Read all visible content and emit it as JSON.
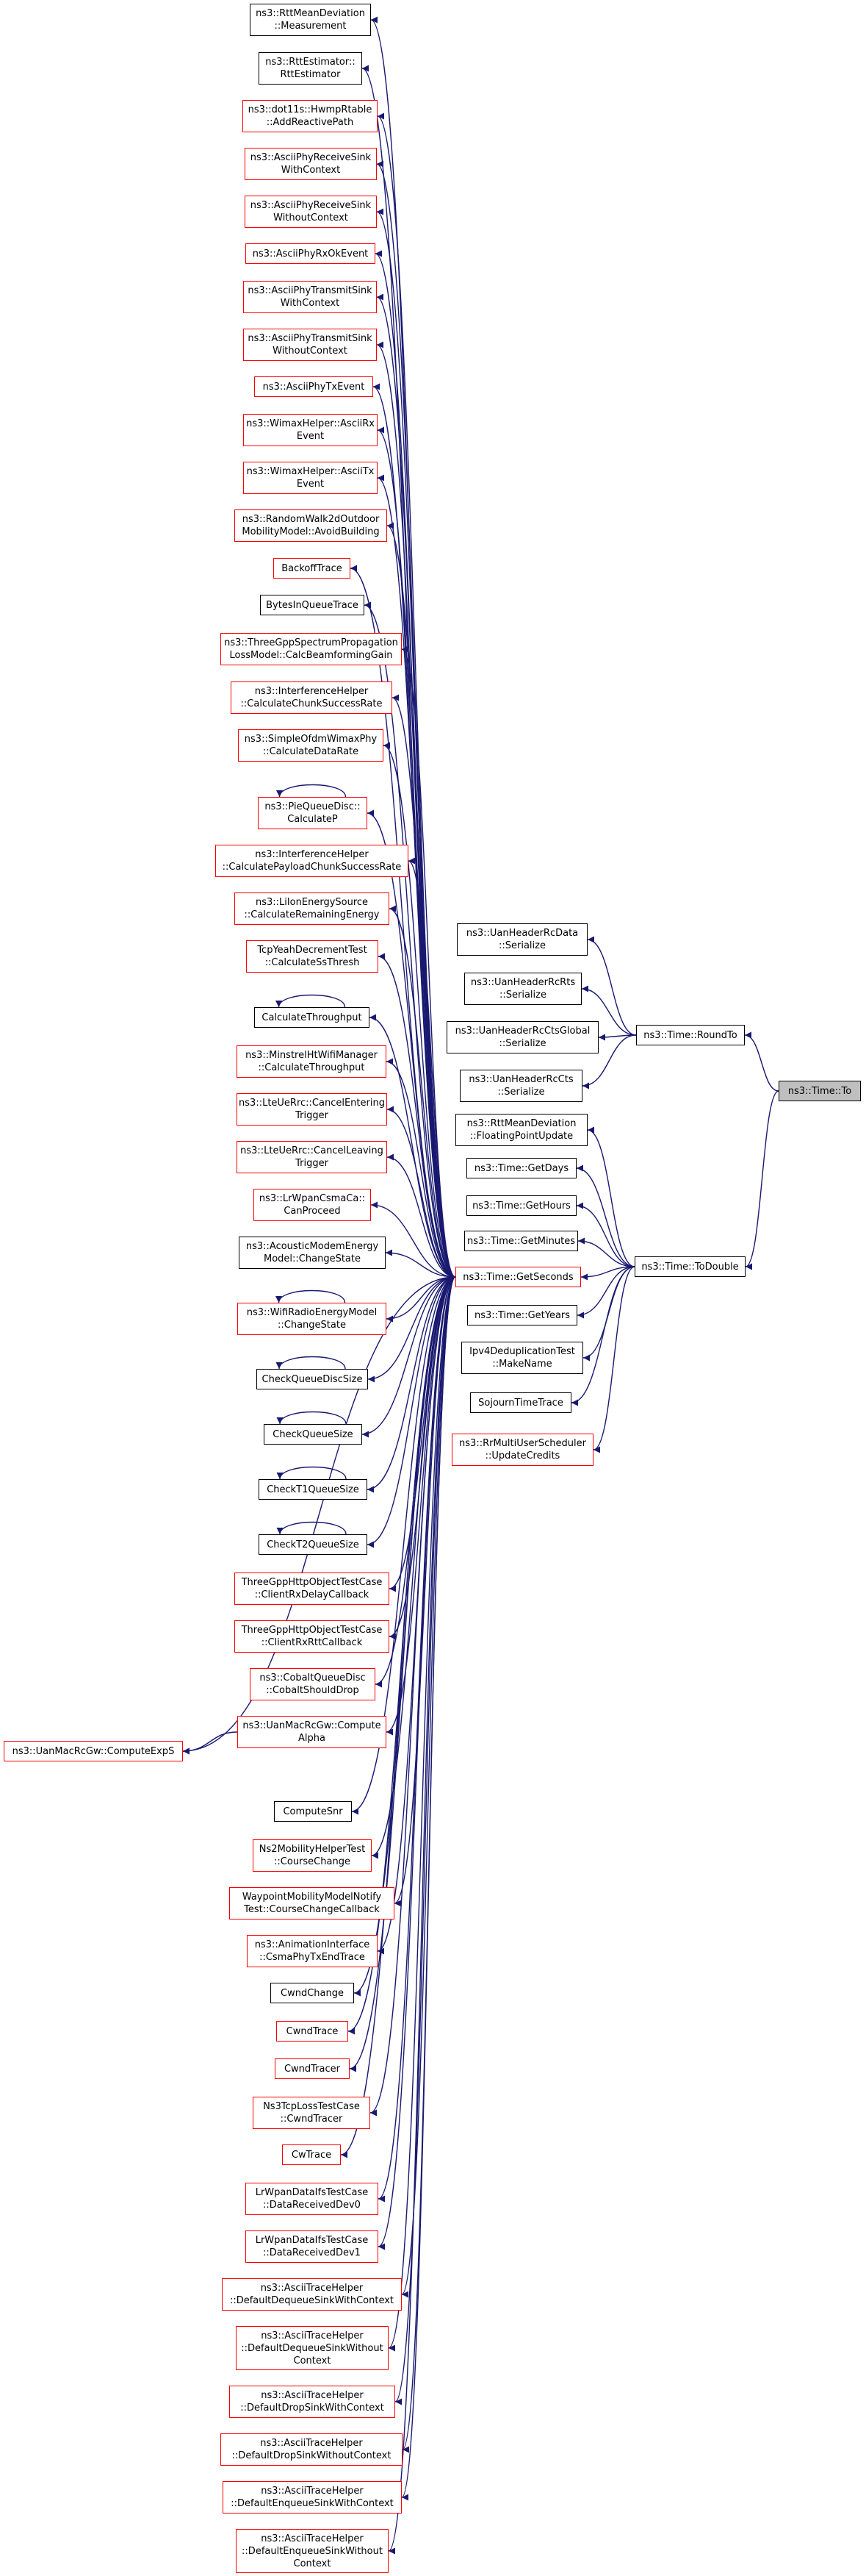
{
  "diagram": {
    "type": "doxygen-caller-graph",
    "colors": {
      "edge": "#191970",
      "red_border": "#ff0000",
      "black_border": "#000000",
      "focus_fill": "#bfbfbf"
    },
    "nodes": [
      {
        "id": "rttmean-measure",
        "label": "ns3::RttMeanDeviation\n::Measurement",
        "border": "black"
      },
      {
        "id": "rttest",
        "label": "ns3::RttEstimator::\nRttEstimator",
        "border": "black"
      },
      {
        "id": "dot11s",
        "label": "ns3::dot11s::HwmpRtable\n::AddReactivePath",
        "border": "red"
      },
      {
        "id": "phyrecv-with",
        "label": "ns3::AsciiPhyReceiveSink\nWithContext",
        "border": "red"
      },
      {
        "id": "phyrecv-without",
        "label": "ns3::AsciiPhyReceiveSink\nWithoutContext",
        "border": "red"
      },
      {
        "id": "phyrxok",
        "label": "ns3::AsciiPhyRxOkEvent",
        "border": "red"
      },
      {
        "id": "phytx-with",
        "label": "ns3::AsciiPhyTransmitSink\nWithContext",
        "border": "red"
      },
      {
        "id": "phytx-without",
        "label": "ns3::AsciiPhyTransmitSink\nWithoutContext",
        "border": "red"
      },
      {
        "id": "phytxevent",
        "label": "ns3::AsciiPhyTxEvent",
        "border": "red"
      },
      {
        "id": "wimax-rx",
        "label": "ns3::WimaxHelper::AsciiRx\nEvent",
        "border": "red"
      },
      {
        "id": "wimax-tx",
        "label": "ns3::WimaxHelper::AsciiTx\nEvent",
        "border": "red"
      },
      {
        "id": "randomwalk",
        "label": "ns3::RandomWalk2dOutdoor\nMobilityModel::AvoidBuilding",
        "border": "red"
      },
      {
        "id": "backoff",
        "label": "BackoffTrace",
        "border": "red"
      },
      {
        "id": "bytesinqueue",
        "label": "BytesInQueueTrace",
        "border": "black"
      },
      {
        "id": "threegpp-spectrum",
        "label": "ns3::ThreeGppSpectrumPropagation\nLossModel::CalcBeamformingGain",
        "border": "red"
      },
      {
        "id": "interf-chunk",
        "label": "ns3::InterferenceHelper\n::CalculateChunkSuccessRate",
        "border": "red"
      },
      {
        "id": "simpleofdm",
        "label": "ns3::SimpleOfdmWimaxPhy\n::CalculateDataRate",
        "border": "red"
      },
      {
        "id": "pie",
        "label": "ns3::PieQueueDisc::\nCalculateP",
        "border": "red"
      },
      {
        "id": "interf-payload",
        "label": "ns3::InterferenceHelper\n::CalculatePayloadChunkSuccessRate",
        "border": "red"
      },
      {
        "id": "liion",
        "label": "ns3::LiIonEnergySource\n::CalculateRemainingEnergy",
        "border": "red"
      },
      {
        "id": "tcpyeah",
        "label": "TcpYeahDecrementTest\n::CalculateSsThresh",
        "border": "red"
      },
      {
        "id": "calcthroughput",
        "label": "CalculateThroughput",
        "border": "black"
      },
      {
        "id": "minstrel",
        "label": "ns3::MinstrelHtWifiManager\n::CalculateThroughput",
        "border": "red"
      },
      {
        "id": "lte-enter",
        "label": "ns3::LteUeRrc::CancelEntering\nTrigger",
        "border": "red"
      },
      {
        "id": "lte-leave",
        "label": "ns3::LteUeRrc::CancelLeaving\nTrigger",
        "border": "red"
      },
      {
        "id": "lrwpan-csma",
        "label": "ns3::LrWpanCsmaCa::\nCanProceed",
        "border": "red"
      },
      {
        "id": "acoustic",
        "label": "ns3::AcousticModemEnergy\nModel::ChangeState",
        "border": "black"
      },
      {
        "id": "wifiradio",
        "label": "ns3::WifiRadioEnergyModel\n::ChangeState",
        "border": "red"
      },
      {
        "id": "checkqd",
        "label": "CheckQueueDiscSize",
        "border": "black"
      },
      {
        "id": "checkq",
        "label": "CheckQueueSize",
        "border": "black"
      },
      {
        "id": "checkt1",
        "label": "CheckT1QueueSize",
        "border": "black"
      },
      {
        "id": "checkt2",
        "label": "CheckT2QueueSize",
        "border": "black"
      },
      {
        "id": "threegpp-rxdelay",
        "label": "ThreeGppHttpObjectTestCase\n::ClientRxDelayCallback",
        "border": "red"
      },
      {
        "id": "threegpp-rxrtt",
        "label": "ThreeGppHttpObjectTestCase\n::ClientRxRttCallback",
        "border": "red"
      },
      {
        "id": "cobalt",
        "label": "ns3::CobaltQueueDisc\n::CobaltShouldDrop",
        "border": "red"
      },
      {
        "id": "uanmac-alpha",
        "label": "ns3::UanMacRcGw::Compute\nAlpha",
        "border": "red"
      },
      {
        "id": "uanmac-expS",
        "label": "ns3::UanMacRcGw::ComputeExpS",
        "border": "red"
      },
      {
        "id": "computesnr",
        "label": "ComputeSnr",
        "border": "black"
      },
      {
        "id": "ns2mobility",
        "label": "Ns2MobilityHelperTest\n::CourseChange",
        "border": "red"
      },
      {
        "id": "waypoint",
        "label": "WaypointMobilityModelNotify\nTest::CourseChangeCallback",
        "border": "red"
      },
      {
        "id": "animation",
        "label": "ns3::AnimationInterface\n::CsmaPhyTxEndTrace",
        "border": "red"
      },
      {
        "id": "cwndchange",
        "label": "CwndChange",
        "border": "black"
      },
      {
        "id": "cwndtrace",
        "label": "CwndTrace",
        "border": "red"
      },
      {
        "id": "cwndtracer",
        "label": "CwndTracer",
        "border": "red"
      },
      {
        "id": "ns3tcploss",
        "label": "Ns3TcpLossTestCase\n::CwndTracer",
        "border": "red"
      },
      {
        "id": "cwtrace",
        "label": "CwTrace",
        "border": "red"
      },
      {
        "id": "lrwpan-dev0",
        "label": "LrWpanDataIfsTestCase\n::DataReceivedDev0",
        "border": "red"
      },
      {
        "id": "lrwpan-dev1",
        "label": "LrWpanDataIfsTestCase\n::DataReceivedDev1",
        "border": "red"
      },
      {
        "id": "ascii-deq-with",
        "label": "ns3::AsciiTraceHelper\n::DefaultDequeueSinkWithContext",
        "border": "red"
      },
      {
        "id": "ascii-deq-without",
        "label": "ns3::AsciiTraceHelper\n::DefaultDequeueSinkWithout\nContext",
        "border": "red"
      },
      {
        "id": "ascii-drop-with",
        "label": "ns3::AsciiTraceHelper\n::DefaultDropSinkWithContext",
        "border": "red"
      },
      {
        "id": "ascii-drop-without",
        "label": "ns3::AsciiTraceHelper\n::DefaultDropSinkWithoutContext",
        "border": "red"
      },
      {
        "id": "ascii-enq-with",
        "label": "ns3::AsciiTraceHelper\n::DefaultEnqueueSinkWithContext",
        "border": "red"
      },
      {
        "id": "ascii-enq-without",
        "label": "ns3::AsciiTraceHelper\n::DefaultEnqueueSinkWithout\nContext",
        "border": "red"
      },
      {
        "id": "getseconds",
        "label": "ns3::Time::GetSeconds",
        "border": "red"
      },
      {
        "id": "uan-rcdata",
        "label": "ns3::UanHeaderRcData\n::Serialize",
        "border": "black"
      },
      {
        "id": "uan-rcrts",
        "label": "ns3::UanHeaderRcRts\n::Serialize",
        "border": "black"
      },
      {
        "id": "uan-ctsglobal",
        "label": "ns3::UanHeaderRcCtsGlobal\n::Serialize",
        "border": "black"
      },
      {
        "id": "uan-rccts",
        "label": "ns3::UanHeaderRcCts\n::Serialize",
        "border": "black"
      },
      {
        "id": "rttmean-fpu",
        "label": "ns3::RttMeanDeviation\n::FloatingPointUpdate",
        "border": "black"
      },
      {
        "id": "getdays",
        "label": "ns3::Time::GetDays",
        "border": "black"
      },
      {
        "id": "gethours",
        "label": "ns3::Time::GetHours",
        "border": "black"
      },
      {
        "id": "getminutes",
        "label": "ns3::Time::GetMinutes",
        "border": "black"
      },
      {
        "id": "getyears",
        "label": "ns3::Time::GetYears",
        "border": "black"
      },
      {
        "id": "ipv4dedup",
        "label": "Ipv4DeduplicationTest\n::MakeName",
        "border": "black"
      },
      {
        "id": "sojourn",
        "label": "SojournTimeTrace",
        "border": "black"
      },
      {
        "id": "rrmulti",
        "label": "ns3::RrMultiUserScheduler\n::UpdateCredits",
        "border": "red"
      },
      {
        "id": "roundto",
        "label": "ns3::Time::RoundTo",
        "border": "black"
      },
      {
        "id": "todouble",
        "label": "ns3::Time::ToDouble",
        "border": "black"
      },
      {
        "id": "timeto",
        "label": "ns3::Time::To",
        "border": "focus"
      }
    ],
    "edges": [
      [
        "rttmean-measure",
        "getseconds"
      ],
      [
        "rttest",
        "getseconds"
      ],
      [
        "dot11s",
        "getseconds"
      ],
      [
        "phyrecv-with",
        "getseconds"
      ],
      [
        "phyrecv-without",
        "getseconds"
      ],
      [
        "phyrxok",
        "getseconds"
      ],
      [
        "phytx-with",
        "getseconds"
      ],
      [
        "phytx-without",
        "getseconds"
      ],
      [
        "phytxevent",
        "getseconds"
      ],
      [
        "wimax-rx",
        "getseconds"
      ],
      [
        "wimax-tx",
        "getseconds"
      ],
      [
        "randomwalk",
        "getseconds"
      ],
      [
        "backoff",
        "getseconds"
      ],
      [
        "bytesinqueue",
        "getseconds"
      ],
      [
        "threegpp-spectrum",
        "getseconds"
      ],
      [
        "interf-chunk",
        "getseconds"
      ],
      [
        "simpleofdm",
        "getseconds"
      ],
      [
        "pie",
        "getseconds"
      ],
      [
        "pie",
        "pie"
      ],
      [
        "interf-payload",
        "getseconds"
      ],
      [
        "liion",
        "getseconds"
      ],
      [
        "tcpyeah",
        "getseconds"
      ],
      [
        "calcthroughput",
        "getseconds"
      ],
      [
        "calcthroughput",
        "calcthroughput"
      ],
      [
        "minstrel",
        "getseconds"
      ],
      [
        "lte-enter",
        "getseconds"
      ],
      [
        "lte-leave",
        "getseconds"
      ],
      [
        "lrwpan-csma",
        "getseconds"
      ],
      [
        "acoustic",
        "getseconds"
      ],
      [
        "wifiradio",
        "getseconds"
      ],
      [
        "wifiradio",
        "wifiradio"
      ],
      [
        "checkqd",
        "getseconds"
      ],
      [
        "checkqd",
        "checkqd"
      ],
      [
        "checkq",
        "getseconds"
      ],
      [
        "checkq",
        "checkq"
      ],
      [
        "checkt1",
        "getseconds"
      ],
      [
        "checkt1",
        "checkt1"
      ],
      [
        "checkt2",
        "getseconds"
      ],
      [
        "checkt2",
        "checkt2"
      ],
      [
        "threegpp-rxdelay",
        "getseconds"
      ],
      [
        "threegpp-rxrtt",
        "getseconds"
      ],
      [
        "cobalt",
        "getseconds"
      ],
      [
        "uanmac-alpha",
        "getseconds"
      ],
      [
        "uanmac-expS",
        "uanmac-alpha"
      ],
      [
        "uanmac-expS",
        "getseconds"
      ],
      [
        "computesnr",
        "getseconds"
      ],
      [
        "ns2mobility",
        "getseconds"
      ],
      [
        "waypoint",
        "getseconds"
      ],
      [
        "animation",
        "getseconds"
      ],
      [
        "cwndchange",
        "getseconds"
      ],
      [
        "cwndtrace",
        "getseconds"
      ],
      [
        "cwndtracer",
        "getseconds"
      ],
      [
        "ns3tcploss",
        "getseconds"
      ],
      [
        "cwtrace",
        "getseconds"
      ],
      [
        "lrwpan-dev0",
        "getseconds"
      ],
      [
        "lrwpan-dev1",
        "getseconds"
      ],
      [
        "ascii-deq-with",
        "getseconds"
      ],
      [
        "ascii-deq-without",
        "getseconds"
      ],
      [
        "ascii-drop-with",
        "getseconds"
      ],
      [
        "ascii-drop-without",
        "getseconds"
      ],
      [
        "ascii-enq-with",
        "getseconds"
      ],
      [
        "ascii-enq-without",
        "getseconds"
      ],
      [
        "uan-rcdata",
        "roundto"
      ],
      [
        "uan-rcrts",
        "roundto"
      ],
      [
        "uan-ctsglobal",
        "roundto"
      ],
      [
        "uan-rccts",
        "roundto"
      ],
      [
        "getseconds",
        "todouble"
      ],
      [
        "rttmean-fpu",
        "todouble"
      ],
      [
        "getdays",
        "todouble"
      ],
      [
        "gethours",
        "todouble"
      ],
      [
        "getminutes",
        "todouble"
      ],
      [
        "getyears",
        "todouble"
      ],
      [
        "ipv4dedup",
        "todouble"
      ],
      [
        "sojourn",
        "todouble"
      ],
      [
        "rrmulti",
        "todouble"
      ],
      [
        "roundto",
        "timeto"
      ],
      [
        "todouble",
        "timeto"
      ]
    ]
  }
}
